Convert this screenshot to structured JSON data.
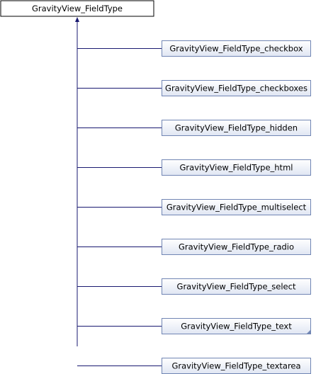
{
  "diagram": {
    "parent": {
      "label": "GravityView_FieldType"
    },
    "children": [
      {
        "label": "GravityView_FieldType_checkbox",
        "has_more_indicator": false
      },
      {
        "label": "GravityView_FieldType_checkboxes",
        "has_more_indicator": false
      },
      {
        "label": "GravityView_FieldType_hidden",
        "has_more_indicator": false
      },
      {
        "label": "GravityView_FieldType_html",
        "has_more_indicator": false
      },
      {
        "label": "GravityView_FieldType_multiselect",
        "has_more_indicator": false
      },
      {
        "label": "GravityView_FieldType_radio",
        "has_more_indicator": false
      },
      {
        "label": "GravityView_FieldType_select",
        "has_more_indicator": false
      },
      {
        "label": "GravityView_FieldType_text",
        "has_more_indicator": true
      },
      {
        "label": "GravityView_FieldType_textarea",
        "has_more_indicator": false
      }
    ]
  },
  "colors": {
    "edge": "#191970",
    "child_fill_top": "#ffffff",
    "child_fill_bottom": "#e0e6f3",
    "child_border": "#7186b4",
    "parent_fill": "#ffffff",
    "parent_border": "#000000",
    "more_indicator": "#7186b4"
  }
}
